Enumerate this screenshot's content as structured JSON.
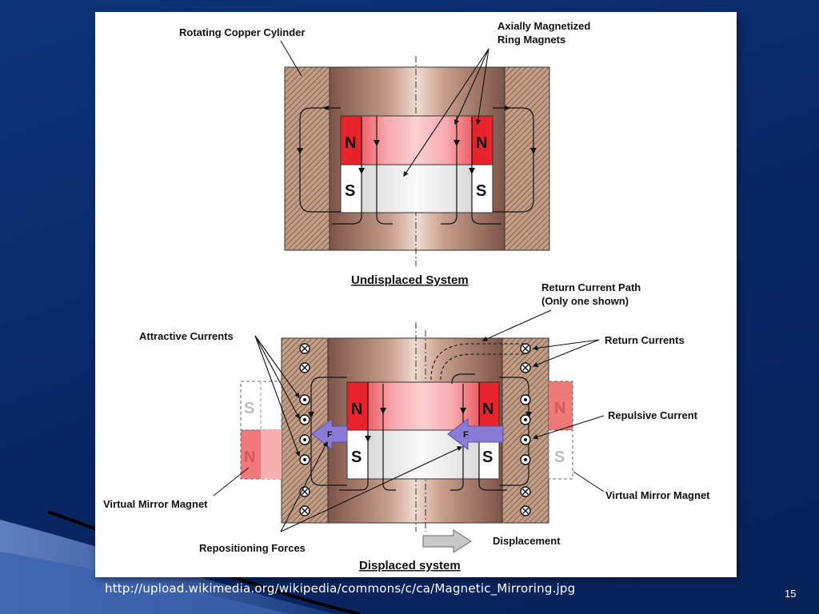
{
  "slide": {
    "source_url": "http://upload.wikimedia.org/wikipedia/commons/c/ca/Magnetic_Mirroring.jpg",
    "page_number": "15"
  },
  "diagram": {
    "labels": {
      "rotating_copper_cylinder": "Rotating Copper Cylinder",
      "axially_magnetized_1": "Axially Magnetized",
      "axially_magnetized_2": "Ring Magnets",
      "undisplaced_title": "Undisplaced System",
      "return_current_path_1": "Return Current Path",
      "return_current_path_2": "(Only one shown)",
      "attractive_currents": "Attractive Currents",
      "return_currents": "Return Currents",
      "repulsive_current": "Repulsive Current",
      "virtual_mirror_magnet_left": "Virtual Mirror Magnet",
      "virtual_mirror_magnet_right": "Virtual Mirror Magnet",
      "repositioning_forces": "Repositioning Forces",
      "displacement": "Displacement",
      "displaced_title": "Displaced system"
    },
    "poles": {
      "north": "N",
      "south": "S",
      "force": "F"
    },
    "colors": {
      "north_red": "#e8232b",
      "copper_brown": "#a87a68",
      "force_arrow": "#8a7bd6",
      "virtual_magnet_red": "#f07a7a"
    }
  }
}
